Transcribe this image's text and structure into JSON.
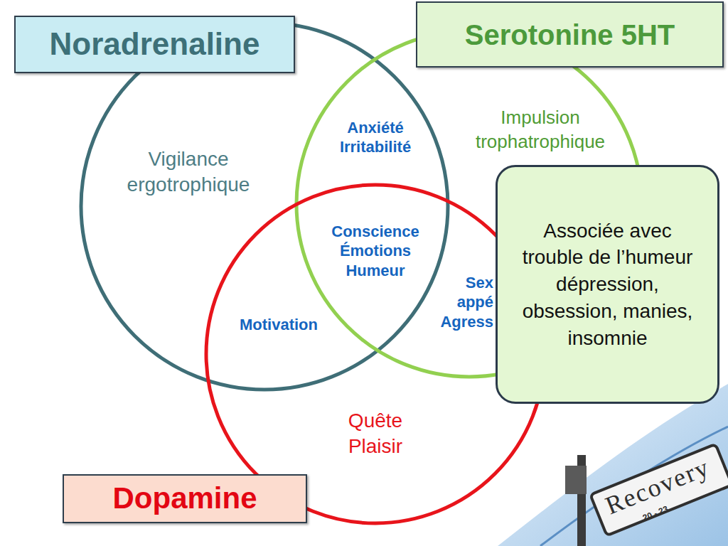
{
  "diagram": {
    "nodes": [
      {
        "text": [
          "Noradrenaline"
        ]
      },
      {
        "text": [
          "Serotonine 5HT"
        ]
      },
      {
        "text": [
          "Dopamine"
        ]
      },
      {
        "text": [
          "Vigilance ergotrophique"
        ]
      },
      {
        "text": [
          "Impulsion trophatrophique"
        ]
      },
      {
        "text": [
          "Quête Plaisir"
        ]
      },
      {
        "text": [
          "Associée avec trouble de l’humeur dépression, obsession, manies, insomnie"
        ]
      }
    ],
    "labels": [
      "Anxiété Irritabilité",
      "Conscience Émotions Humeur",
      "Motivation",
      "Sex appé Agress",
      "Recovery",
      "20 - 23"
    ]
  }
}
